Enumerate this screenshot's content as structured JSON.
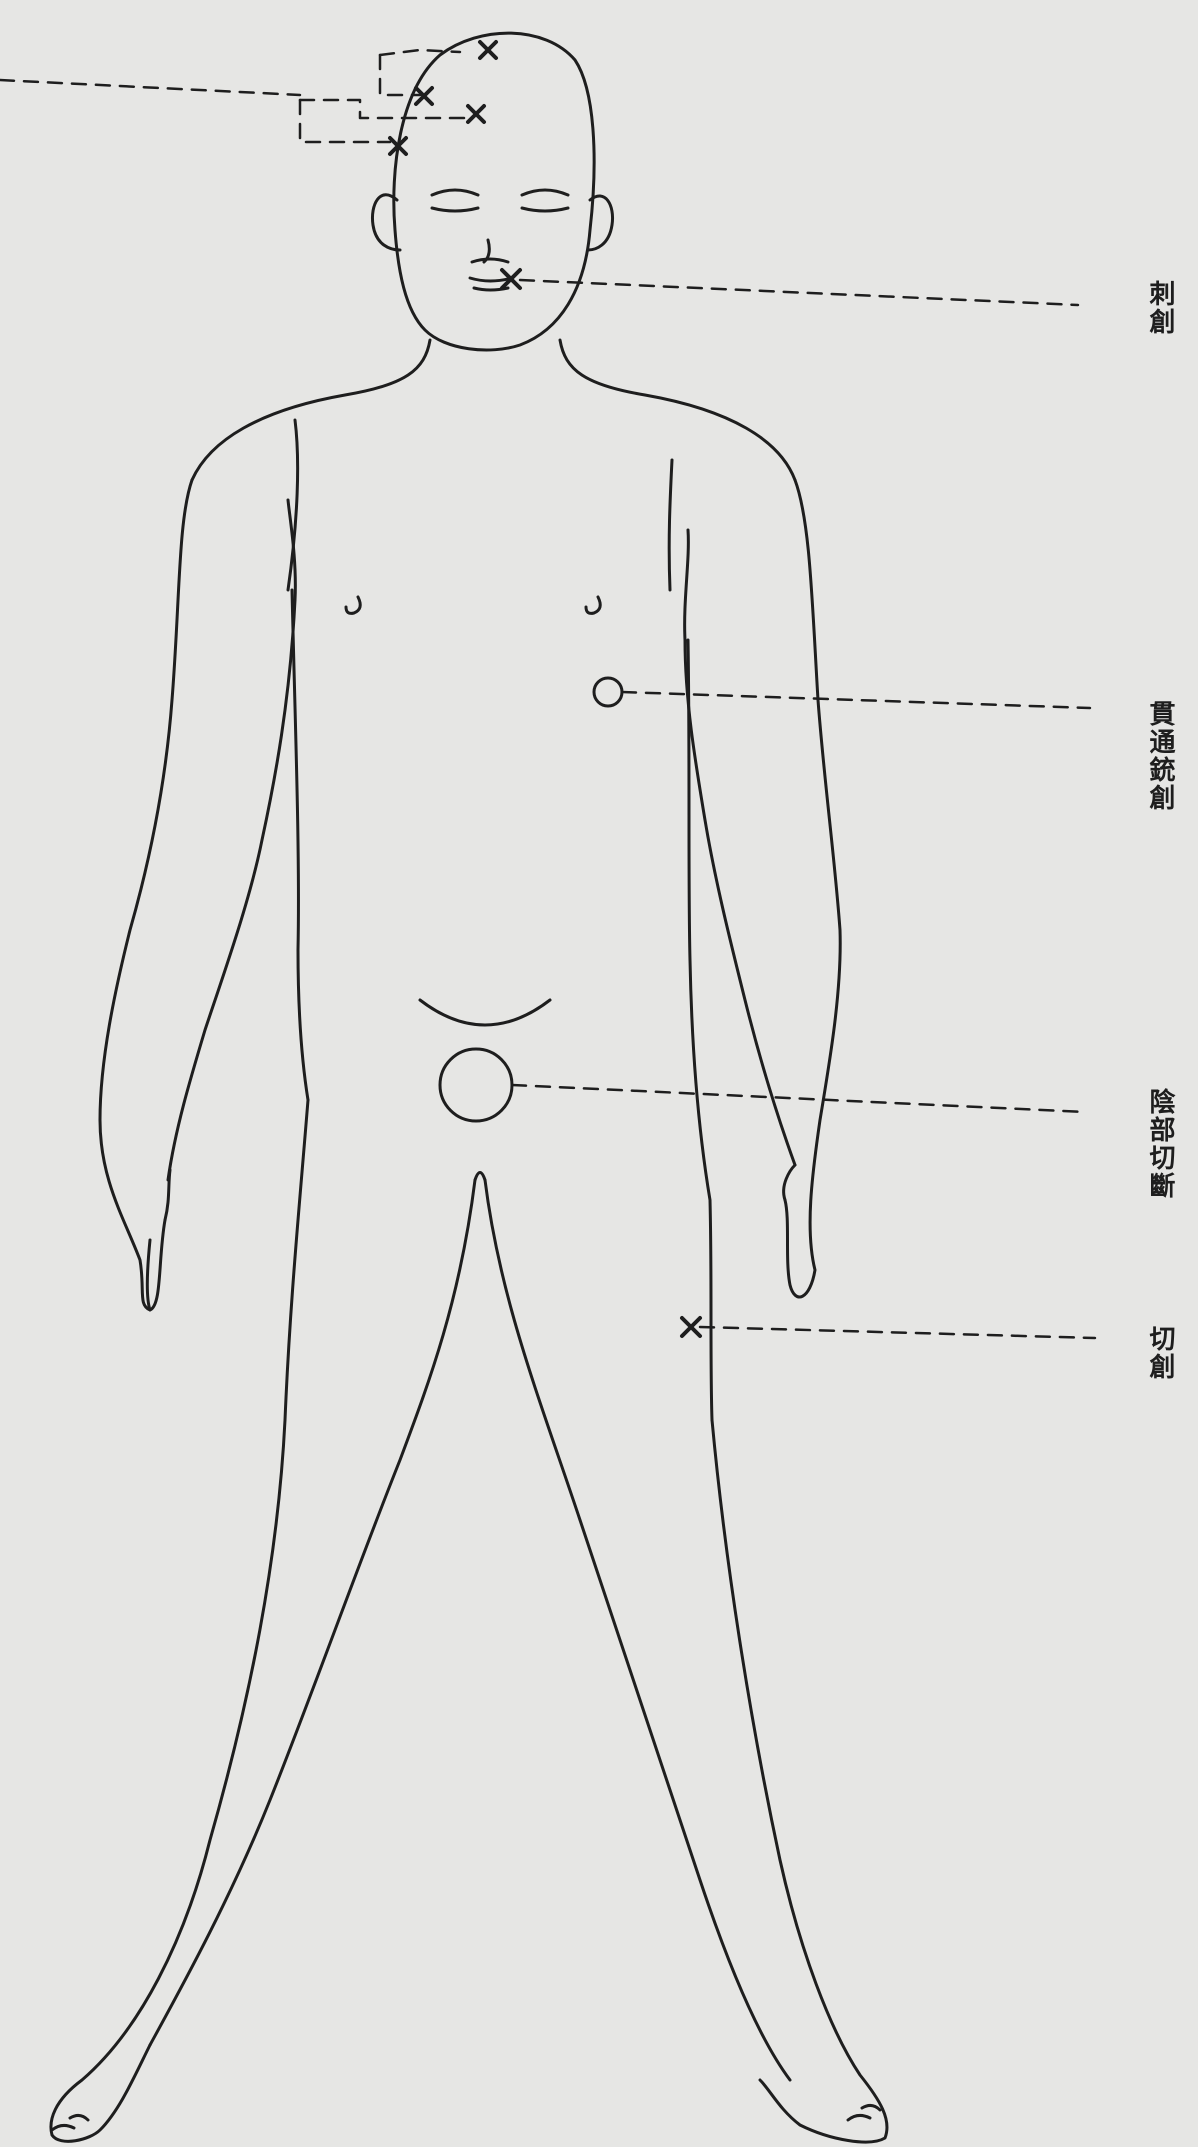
{
  "figure": {
    "labels": {
      "stab_wound": "刺創",
      "gunshot_wound": "貫通銃創",
      "genital_amputation": "陰部切斷",
      "cut_wound": "切創"
    },
    "colors": {
      "background": "#e6e6e4",
      "ink": "#1e1e1e"
    }
  }
}
